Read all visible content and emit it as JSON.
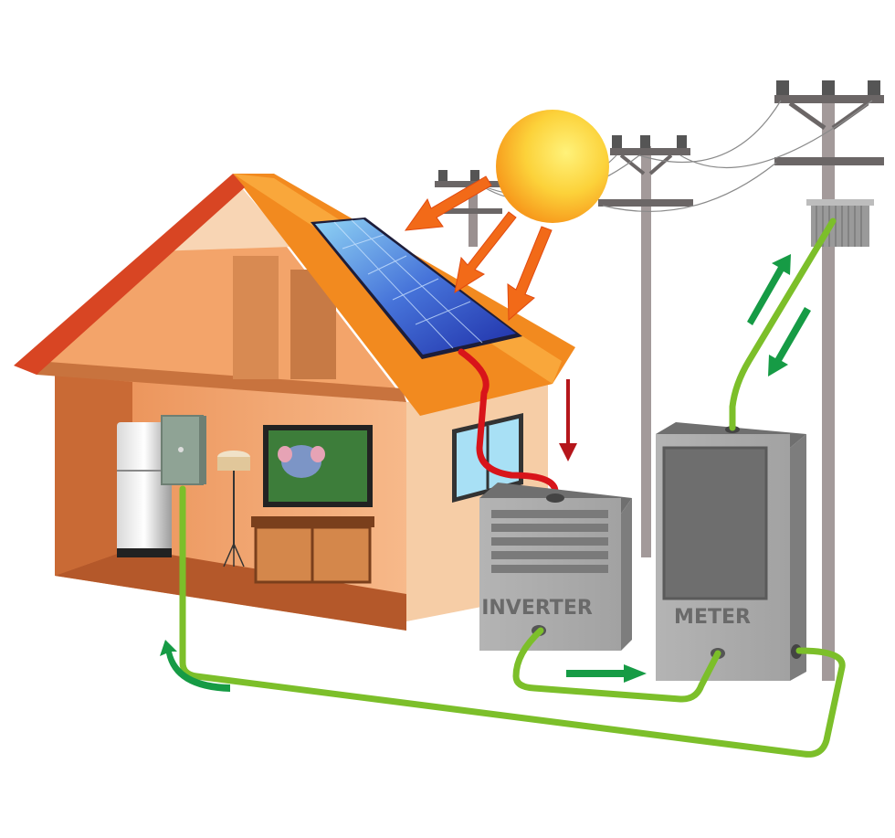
{
  "diagram": {
    "type": "illustration",
    "subject": "Grid-tied residential solar power system",
    "components": {
      "sun": {
        "label": "",
        "color": "#f9c823"
      },
      "solar_panel": {
        "label": "",
        "color": "#2c4fc4"
      },
      "house": {
        "label": "",
        "roof_color": "#f28a1f",
        "wall_color": "#f4a36a"
      },
      "inverter": {
        "label": "INVERTER",
        "color": "#a9a9a9"
      },
      "meter": {
        "label": "METER",
        "color": "#a9a9a9"
      },
      "utility_poles": {
        "count": 3,
        "color": "#8e8585"
      },
      "transformer": {
        "label": ""
      },
      "breaker_box": {
        "label": "",
        "color": "#8fa395"
      }
    },
    "flows": [
      {
        "from": "sun",
        "to": "solar_panel",
        "kind": "sunlight",
        "arrow_color": "#f26a18",
        "count": 3
      },
      {
        "from": "solar_panel",
        "to": "inverter",
        "kind": "DC power cable",
        "cable_color": "#d8141a",
        "arrow_color": "#b5161b"
      },
      {
        "from": "inverter",
        "to": "meter",
        "kind": "AC power",
        "cable_color": "#7cbf2a",
        "arrow_color": "#169b45"
      },
      {
        "from": "meter",
        "to": "transformer",
        "kind": "bidirectional grid",
        "cable_color": "#7cbf2a",
        "arrow_color": "#169b45"
      },
      {
        "from": "meter",
        "to": "breaker_box",
        "kind": "household supply",
        "cable_color": "#7cbf2a",
        "arrow_color": "#169b45"
      }
    ]
  }
}
